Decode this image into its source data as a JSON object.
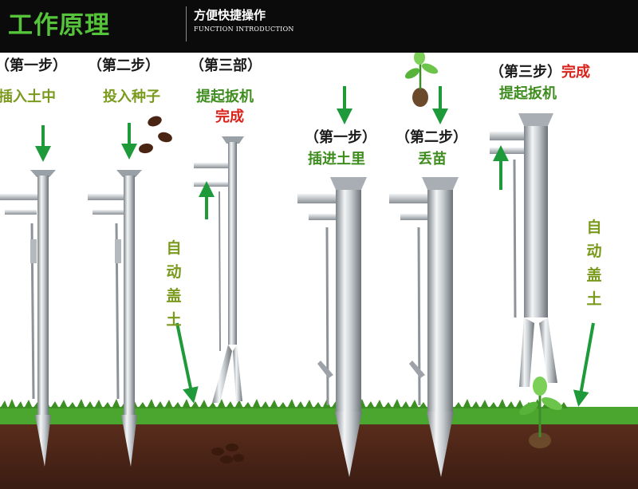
{
  "header": {
    "title": "工作原理",
    "subtitle": "方便快捷操作",
    "subtitle_en": "FUNCTION INTRODUCTION"
  },
  "steps_left": {
    "step1": {
      "label": "（第一步）",
      "action": "插入土中"
    },
    "step2": {
      "label": "（第二步）",
      "action": "投入种子"
    },
    "step3": {
      "label": "（第三部）",
      "action": "提起扳机",
      "status": "完成"
    },
    "auto_cover": "自动盖土"
  },
  "steps_right": {
    "step1": {
      "label": "（第一步）",
      "action": "插进土里"
    },
    "step2": {
      "label": "（第二步）",
      "action": "丢苗"
    },
    "step3": {
      "label": "（第三步）",
      "status": "完成",
      "action": "提起扳机"
    },
    "auto_cover": "自动盖土"
  },
  "colors": {
    "header_bg": "#0b0b0b",
    "title_green": "#56c43a",
    "arrow_green": "#1f9a3a",
    "label_olive": "#7a9a1d",
    "done_red": "#d9231a",
    "soil": "#4a2418",
    "grass": "#49a62d"
  }
}
